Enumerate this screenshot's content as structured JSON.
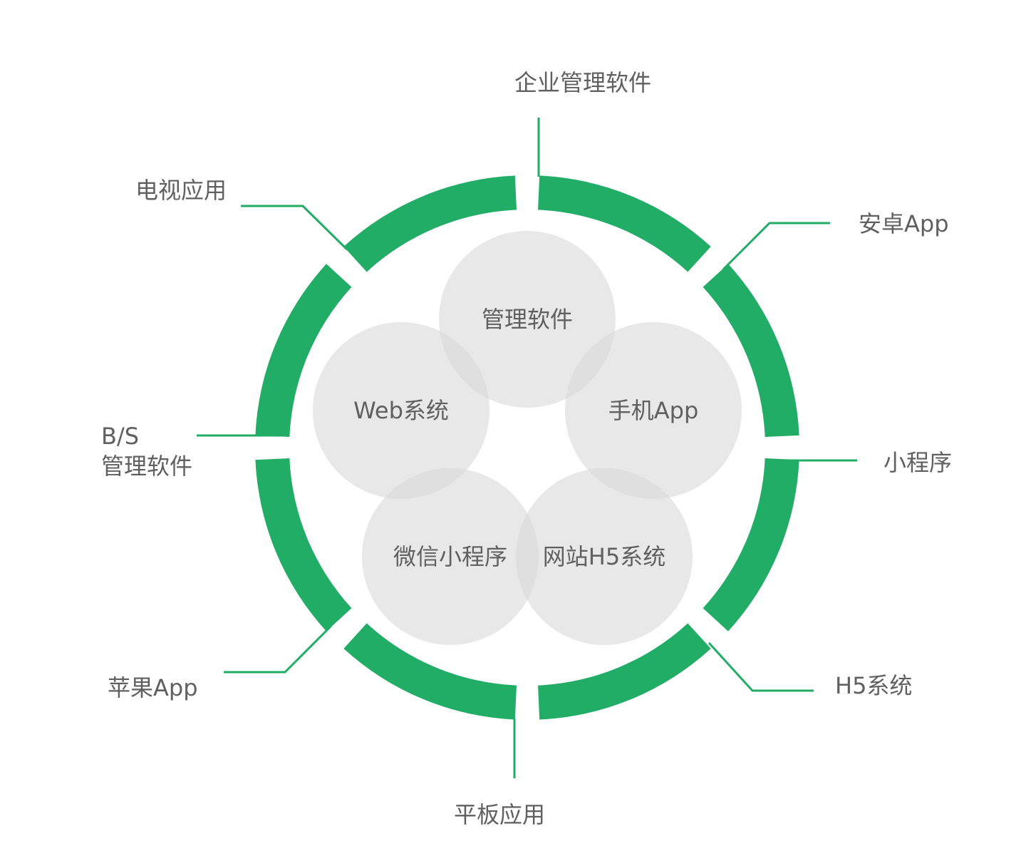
{
  "colors": {
    "ring": "#22ad67",
    "connector": "#22ad67",
    "circle_fill": "#d9d9d9",
    "text": "#606060"
  },
  "outer_labels": {
    "top": "企业管理软件",
    "top_right": "安卓App",
    "right": "小程序",
    "bottom_right": "H5系统",
    "bottom": "平板应用",
    "bottom_left": "苹果App",
    "left_line1": "B/S",
    "left_line2": "管理软件",
    "top_left": "电视应用"
  },
  "inner_circles": {
    "top": "管理软件",
    "right": "手机App",
    "bottom_right": "网站H5系统",
    "bottom_left": "微信小程序",
    "left": "Web系统"
  }
}
